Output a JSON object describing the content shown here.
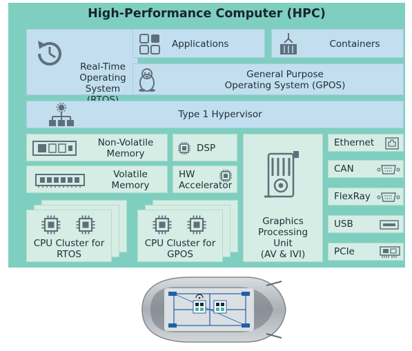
{
  "hpc": {
    "title": "High-Performance Computer (HPC)",
    "rtos": {
      "line1": "Real-Time",
      "line2": "Operating",
      "line3": "System (RTOS)"
    },
    "applications": "Applications",
    "containers": "Containers",
    "gpos": {
      "line1": "General Purpose",
      "line2": "Operating System (GPOS)"
    },
    "hypervisor": "Type 1 Hypervisor",
    "nvm": {
      "line1": "Non-Volatile",
      "line2": "Memory"
    },
    "dsp": "DSP",
    "vmem": {
      "line1": "Volatile",
      "line2": "Memory"
    },
    "hwacc": {
      "line1": "HW",
      "line2": "Accelerator"
    },
    "gpu": {
      "line1": "Graphics",
      "line2": "Processing",
      "line3": "Unit",
      "line4": "(AV & IVI)"
    },
    "cpu_rtos": {
      "line1": "CPU Cluster for",
      "line2": "RTOS"
    },
    "cpu_gpos": {
      "line1": "CPU Cluster for",
      "line2": "GPOS"
    },
    "interfaces": [
      "Ethernet",
      "CAN",
      "FlexRay",
      "USB",
      "PCIe"
    ]
  },
  "colors": {
    "frame": "#7fcfc0",
    "software_box": "#c2deef",
    "hardware_box": "#d5ede4",
    "icon": "#5f6f7a",
    "car_wire": "#1f5fa8"
  },
  "icons": {
    "rtos": "clock-rewind-icon",
    "applications": "app-grid-icon",
    "containers": "crane-container-icon",
    "gpos": "penguin-icon",
    "hypervisor": "hierarchy-gear-icon",
    "nvm": "flash-memory-icon",
    "vmem": "ram-module-icon",
    "dsp": "chip-icon",
    "hwacc": "chip-icon",
    "gpu": "graphics-card-icon",
    "cpu": "chip-icon",
    "ethernet": "ethernet-port-icon",
    "can": "serial-port-icon",
    "flexray": "serial-port-icon",
    "usb": "usb-port-icon",
    "pcie": "pcie-card-icon",
    "car": "car-top-view-icon"
  }
}
